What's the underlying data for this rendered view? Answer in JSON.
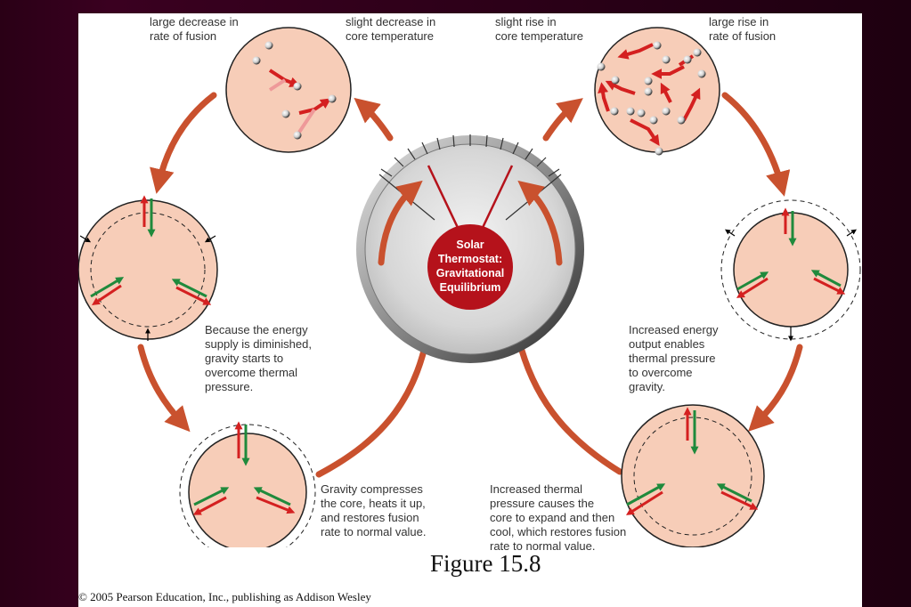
{
  "labels": {
    "large_decrease": "large decrease in\nrate of fusion",
    "slight_decrease": "slight decrease in\ncore temperature",
    "slight_rise": "slight rise in\ncore temperature",
    "large_rise": "large rise in\nrate of fusion",
    "energy_diminished": "Because the energy\nsupply is diminished,\ngravity starts to\novercome thermal\npressure.",
    "energy_increased": "Increased energy\noutput enables\nthermal pressure\nto overcome\ngravity.",
    "gravity_compresses": "Gravity compresses\nthe core, heats it up,\nand restores fusion\nrate to normal value.",
    "pressure_expands": "Increased thermal\npressure causes the\ncore to expand and then\ncool, which restores fusion\nrate to normal value."
  },
  "thermostat": {
    "line1": "Solar",
    "line2": "Thermostat:",
    "line3": "Gravitational",
    "line4": "Equilibrium"
  },
  "caption": "Figure 15.8",
  "copyright": "© 2005 Pearson Education, Inc., publishing as Addison Wesley",
  "colors": {
    "background": "#2a0016",
    "panel_fill": "#f7cdb8",
    "arrow": "#c9512e",
    "thermostat_red": "#b5121b",
    "gravity_arrow": "#1f8a3c",
    "pressure_arrow": "#d42020"
  },
  "icons": [
    "fusion-particle-icon",
    "gravity-arrow-icon",
    "pressure-arrow-icon",
    "gauge-needle-icon"
  ]
}
